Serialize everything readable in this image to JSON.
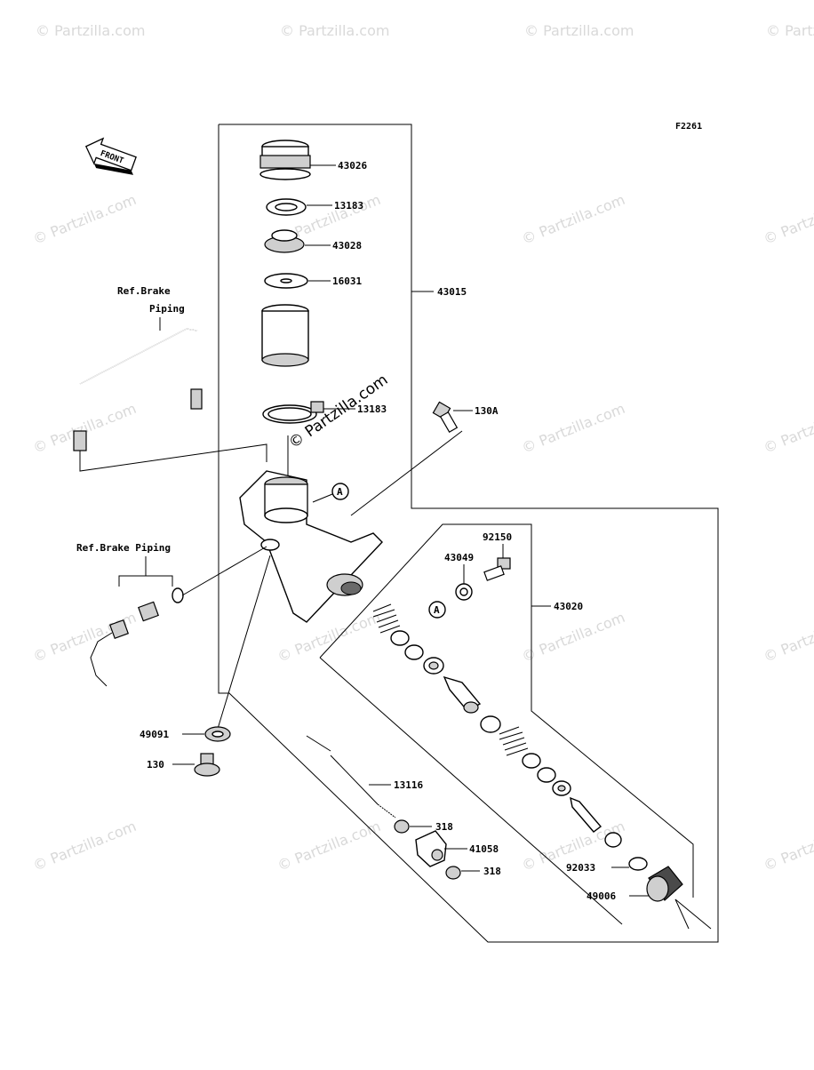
{
  "diagram": {
    "code": "F2261",
    "front_label": "FRONT",
    "watermark": "© Partzilla.com",
    "ref_brake_piping_top": [
      "Ref.Brake",
      "Piping"
    ],
    "ref_brake_piping_left": "Ref.Brake Piping",
    "marker": "A",
    "parts": {
      "p43026": "43026",
      "p13183a": "13183",
      "p43028": "43028",
      "p16031": "16031",
      "p43015": "43015",
      "p13183b": "13183",
      "p130A": "130A",
      "p92150": "92150",
      "p43049": "43049",
      "p43020": "43020",
      "p49091": "49091",
      "p130": "130",
      "p13116": "13116",
      "p318a": "318",
      "p41058": "41058",
      "p318b": "318",
      "p92033": "92033",
      "p49006": "49006"
    }
  }
}
